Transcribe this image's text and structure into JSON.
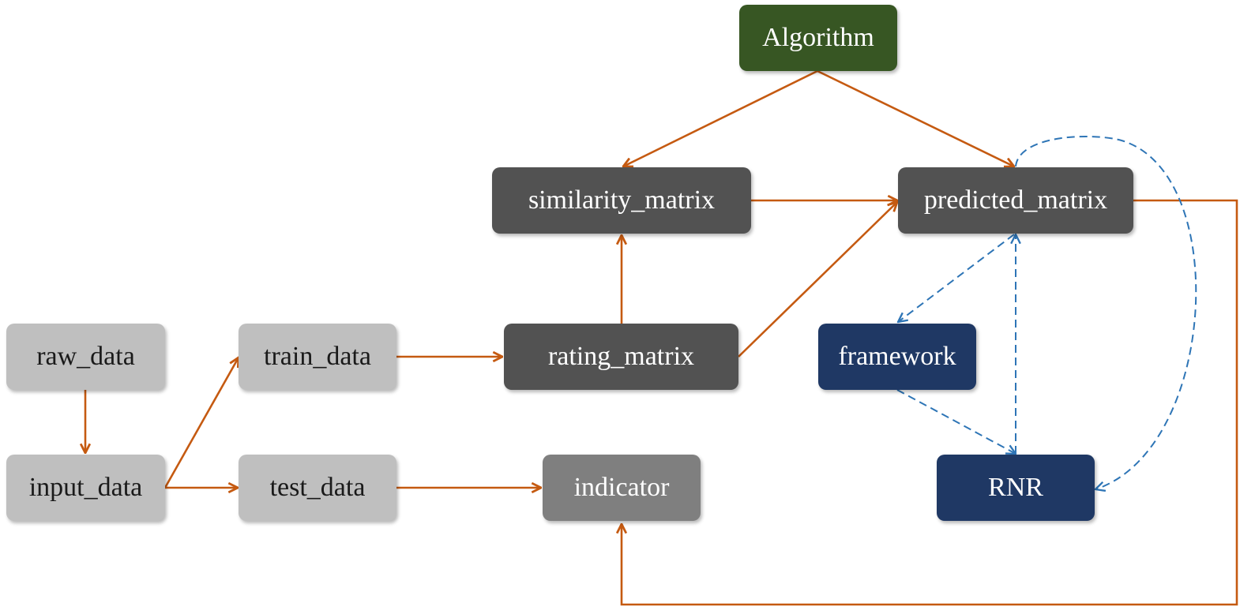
{
  "nodes": {
    "raw_data": "raw_data",
    "input_data": "input_data",
    "train_data": "train_data",
    "test_data": "test_data",
    "rating_matrix": "rating_matrix",
    "similarity_matrix": "similarity_matrix",
    "predicted_matrix": "predicted_matrix",
    "indicator": "indicator",
    "algorithm": "Algorithm",
    "framework": "framework",
    "rnr": "RNR"
  },
  "colors": {
    "flow_arrow": "#c55a11",
    "dashed_arrow": "#2e75b6",
    "light_node": "#bfbfbf",
    "dark_node": "#525252",
    "indicator_node": "#7f7f7f",
    "algorithm_node": "#375623",
    "framework_node": "#1f3864"
  },
  "edges": [
    {
      "from": "raw_data",
      "to": "input_data",
      "style": "solid"
    },
    {
      "from": "input_data",
      "to": "train_data",
      "style": "solid"
    },
    {
      "from": "input_data",
      "to": "test_data",
      "style": "solid"
    },
    {
      "from": "train_data",
      "to": "rating_matrix",
      "style": "solid"
    },
    {
      "from": "test_data",
      "to": "indicator",
      "style": "solid"
    },
    {
      "from": "rating_matrix",
      "to": "similarity_matrix",
      "style": "solid"
    },
    {
      "from": "rating_matrix",
      "to": "predicted_matrix",
      "style": "solid"
    },
    {
      "from": "similarity_matrix",
      "to": "predicted_matrix",
      "style": "solid"
    },
    {
      "from": "algorithm",
      "to": "similarity_matrix",
      "style": "solid"
    },
    {
      "from": "algorithm",
      "to": "predicted_matrix",
      "style": "solid"
    },
    {
      "from": "predicted_matrix",
      "to": "indicator",
      "style": "solid"
    },
    {
      "from": "predicted_matrix",
      "to": "framework",
      "style": "dashed"
    },
    {
      "from": "framework",
      "to": "rnr",
      "style": "dashed"
    },
    {
      "from": "rnr",
      "to": "predicted_matrix",
      "style": "dashed"
    },
    {
      "from": "predicted_matrix",
      "to": "rnr",
      "style": "dashed"
    }
  ]
}
